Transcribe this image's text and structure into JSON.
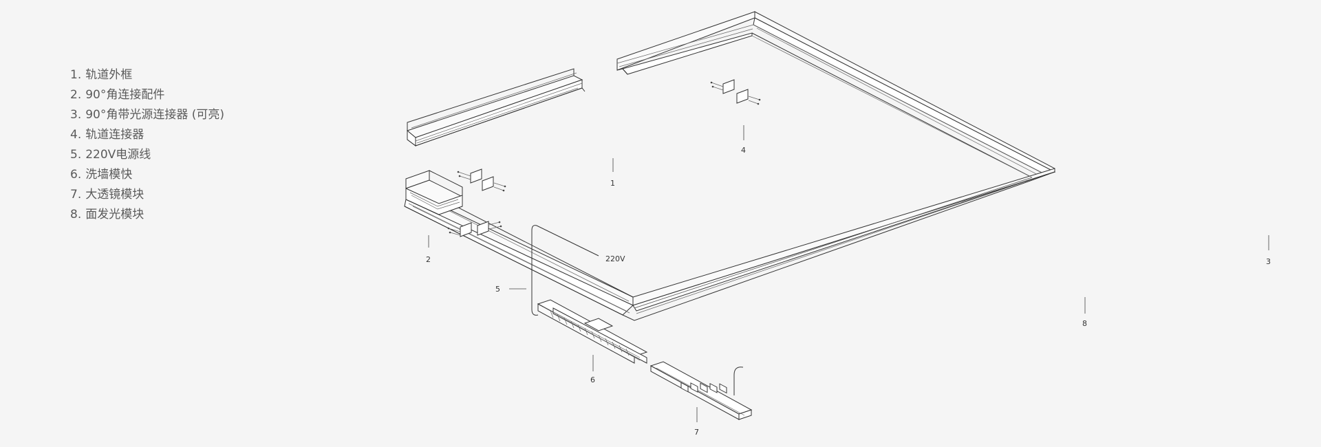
{
  "legend": {
    "items": [
      {
        "num": "1.",
        "label": "轨道外框"
      },
      {
        "num": "2.",
        "label": "90°角连接配件"
      },
      {
        "num": "3.",
        "label": "90°角带光源连接器 (可亮)"
      },
      {
        "num": "4.",
        "label": "轨道连接器"
      },
      {
        "num": "5.",
        "label": "220V电源线"
      },
      {
        "num": "6.",
        "label": "洗墙模快"
      },
      {
        "num": "7.",
        "label": "大透镜模块"
      },
      {
        "num": "8.",
        "label": "面发光模块"
      }
    ]
  },
  "callouts": {
    "c1": "1",
    "c2": "2",
    "c3": "3",
    "c4": "4",
    "c5": "5",
    "c6": "6",
    "c7": "7",
    "c8": "8",
    "voltage": "220V"
  }
}
